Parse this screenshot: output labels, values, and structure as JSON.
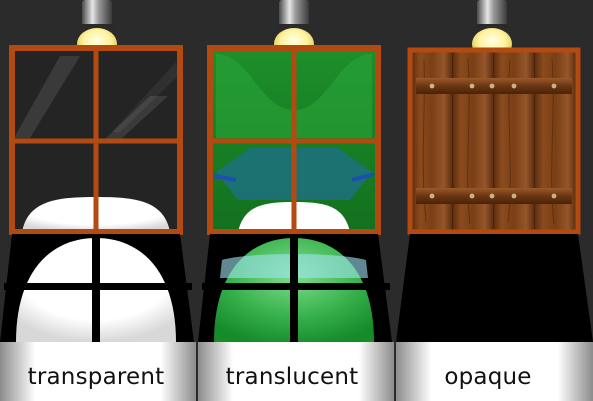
{
  "panels": [
    {
      "id": "transparent",
      "label": "transparent",
      "material": "clear-glass"
    },
    {
      "id": "translucent",
      "label": "translucent",
      "material": "green-tinted-glass",
      "tint": "#1e9a2e"
    },
    {
      "id": "opaque",
      "label": "opaque",
      "material": "wood-shutter",
      "wood": "#7a4218"
    }
  ],
  "colors": {
    "background": "#2b2b2b",
    "frame": "#b34a12",
    "floor": "#000000",
    "light": "#ffffff",
    "bulb": "#fff6b0"
  },
  "icons": [
    "lamp-icon",
    "window-icon",
    "door-icon"
  ]
}
